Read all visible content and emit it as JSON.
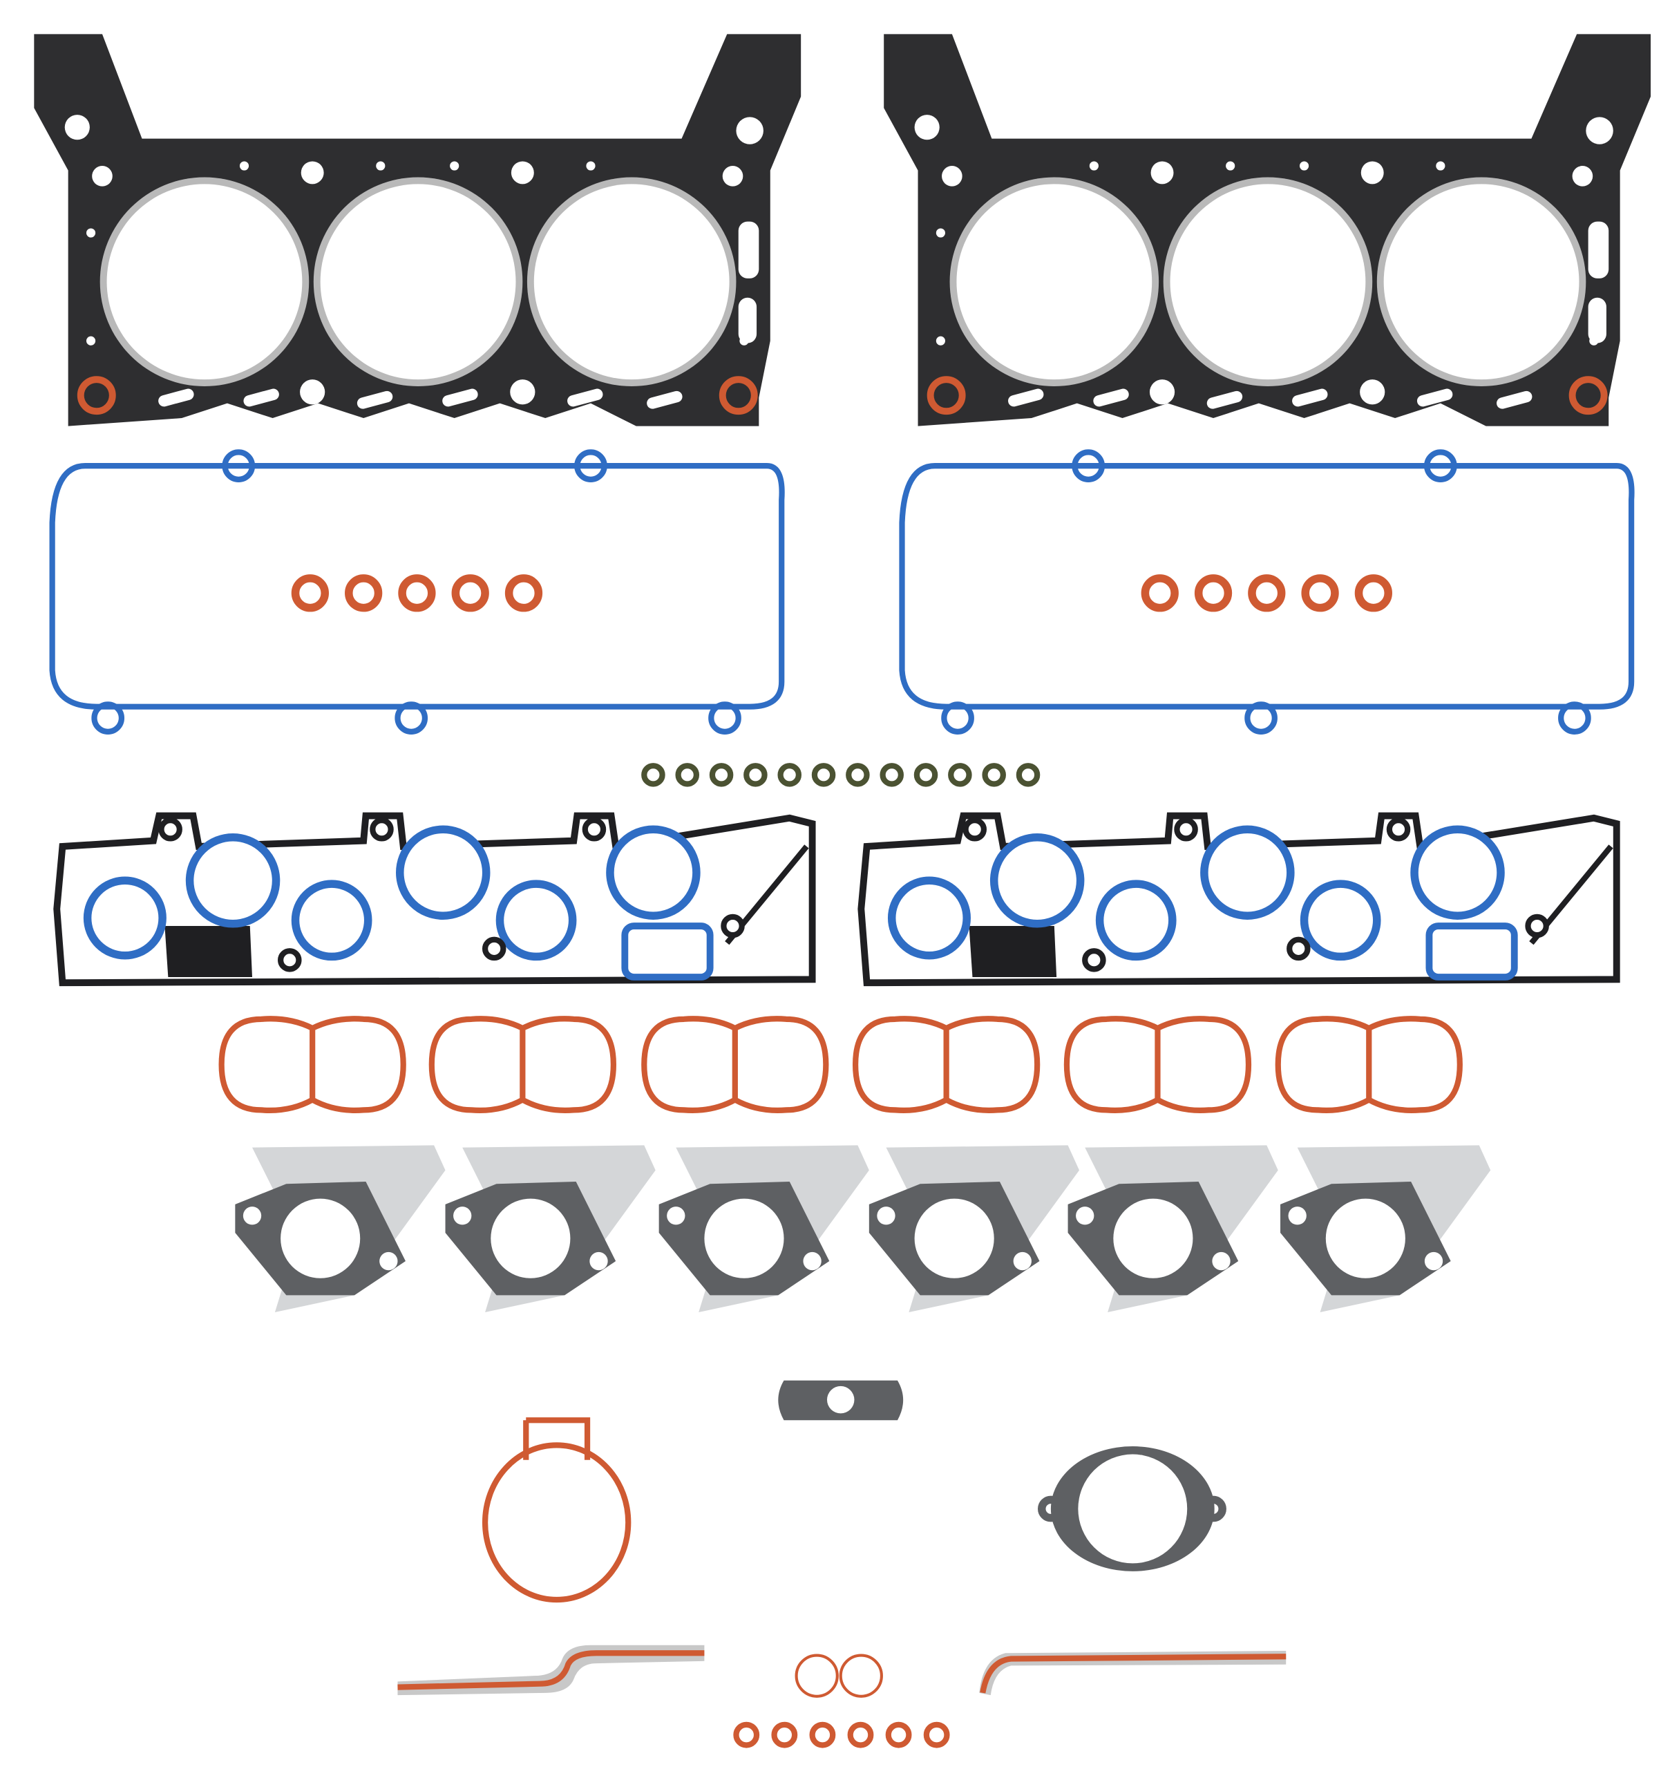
{
  "colors": {
    "background": "#ffffff",
    "head_gasket": "#2e2e30",
    "head_bore_ring": "#b9b9b9",
    "orange_seal": "#cf5a32",
    "blue_seal": "#2f6dc4",
    "olive_ring": "#4b5232",
    "exhaust_gray": "#5e6063",
    "heat_shield": "#d4d6d8"
  },
  "counts": {
    "head_gaskets": 2,
    "valve_cover_gaskets": 2,
    "spark_plug_tube_seals_per_cover": 5,
    "valve_stem_seals": 12,
    "intake_manifold_gaskets": 2,
    "plenum_gaskets": 6,
    "exhaust_gaskets": 6,
    "bottom_small_orings": 6
  }
}
